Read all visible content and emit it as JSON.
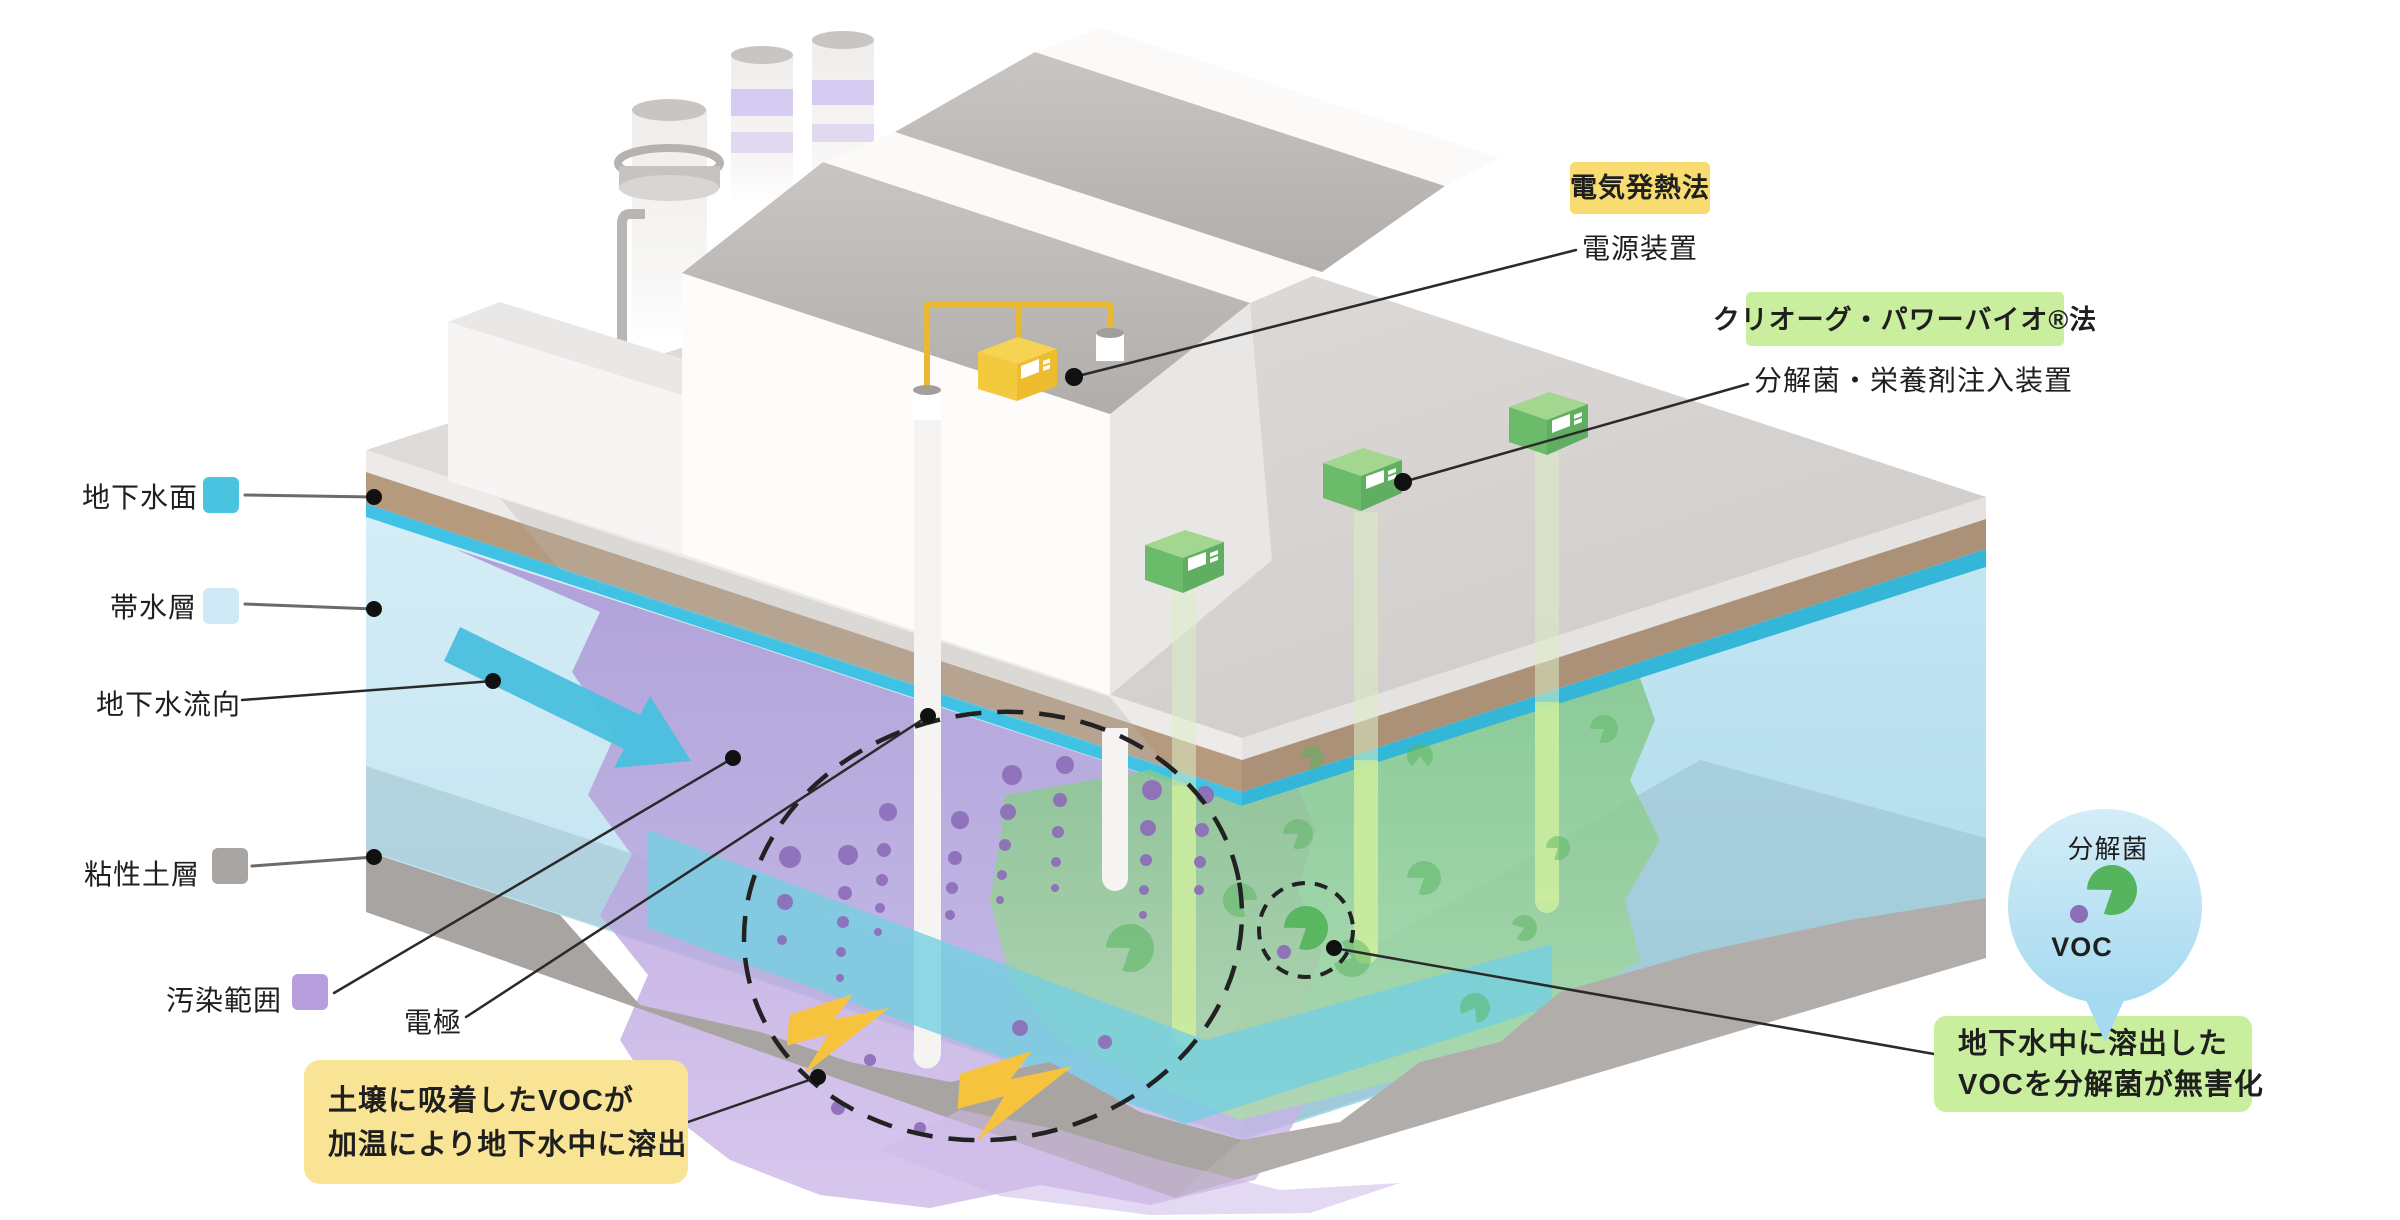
{
  "legend": {
    "items": [
      {
        "label": "地下水面",
        "color": "#49c3e0"
      },
      {
        "label": "帯水層",
        "color": "#cfeaf6"
      },
      {
        "label": "地下水流向",
        "color": null
      },
      {
        "label": "粘性土層",
        "color": "#a9a5a2"
      },
      {
        "label": "汚染範囲",
        "color": "#b79fdd"
      },
      {
        "label": "電極",
        "color": null
      }
    ]
  },
  "tags": {
    "electric_heating": {
      "label": "電気発熱法",
      "bg": "#f8dc72"
    },
    "power_unit_label": "電源装置",
    "bio_method": {
      "label": "クリオーグ・パワーバイオ®法",
      "bg": "#c9ee9d"
    },
    "injector_label": "分解菌・栄養剤注入装置"
  },
  "notes": {
    "heating": {
      "line1": "土壌に吸着したVOCが",
      "line2": "加温により地下水中に溶出",
      "bg": "#f8e494"
    },
    "bio": {
      "line1": "地下水中に溶出した",
      "line2": "VOCを分解菌が無害化",
      "bg": "#c9ee9d"
    }
  },
  "bubble": {
    "title": "分解菌",
    "voc_label": "VOC"
  },
  "scene": {
    "colors": {
      "voc_dot": "#8d6cb8",
      "bacterium": "#57b45e",
      "bolt": "#f6c33f",
      "injector_top": "#a3d68f",
      "injector_front": "#6cbb6b",
      "injector_side": "#5fae61",
      "groundwater_surface": "#3fc2e4",
      "aquifer": "#c7e7f3",
      "clay": "#a8a4a1",
      "plume": "#b39ddb",
      "bio_zone": "#8fcc8b"
    },
    "voc_bubbles": [
      [
        848,
        855,
        10
      ],
      [
        845,
        893,
        7
      ],
      [
        843,
        922,
        6
      ],
      [
        841,
        952,
        5
      ],
      [
        840,
        978,
        4
      ],
      [
        888,
        812,
        9
      ],
      [
        884,
        850,
        7
      ],
      [
        882,
        880,
        6
      ],
      [
        880,
        908,
        5
      ],
      [
        878,
        932,
        4
      ],
      [
        790,
        857,
        11
      ],
      [
        785,
        902,
        8
      ],
      [
        782,
        940,
        5
      ],
      [
        960,
        820,
        9
      ],
      [
        955,
        858,
        7
      ],
      [
        952,
        888,
        6
      ],
      [
        950,
        915,
        5
      ],
      [
        1012,
        775,
        10
      ],
      [
        1008,
        812,
        8
      ],
      [
        1005,
        845,
        6
      ],
      [
        1002,
        875,
        5
      ],
      [
        1000,
        900,
        4
      ],
      [
        1065,
        765,
        9
      ],
      [
        1060,
        800,
        7
      ],
      [
        1058,
        832,
        6
      ],
      [
        1056,
        862,
        5
      ],
      [
        1055,
        888,
        4
      ],
      [
        1152,
        790,
        10
      ],
      [
        1148,
        828,
        8
      ],
      [
        1146,
        860,
        6
      ],
      [
        1144,
        890,
        5
      ],
      [
        1143,
        915,
        4
      ],
      [
        1205,
        795,
        9
      ],
      [
        1202,
        830,
        7
      ],
      [
        1200,
        862,
        6
      ],
      [
        1199,
        890,
        5
      ],
      [
        820,
        1015,
        8
      ],
      [
        870,
        1060,
        6
      ],
      [
        1020,
        1028,
        8
      ],
      [
        975,
        1088,
        6
      ],
      [
        1105,
        1042,
        7
      ],
      [
        838,
        1108,
        7
      ],
      [
        920,
        1128,
        6
      ],
      [
        1284,
        952,
        7
      ]
    ],
    "bacteria": [
      [
        1130,
        948,
        24,
        145,
        0.55
      ],
      [
        1240,
        900,
        17,
        35,
        0.5
      ],
      [
        1298,
        834,
        15,
        145,
        0.5
      ],
      [
        1352,
        958,
        19,
        200,
        0.5
      ],
      [
        1424,
        878,
        17,
        145,
        0.5
      ],
      [
        1475,
        1008,
        15,
        120,
        0.5
      ],
      [
        1524,
        928,
        13,
        160,
        0.5
      ],
      [
        1558,
        848,
        12,
        145,
        0.5
      ],
      [
        1420,
        756,
        13,
        90,
        0.5
      ],
      [
        1312,
        758,
        12,
        145,
        0.5
      ],
      [
        1604,
        729,
        14,
        145,
        0.45
      ],
      [
        1306,
        928,
        22,
        145,
        0.95
      ]
    ],
    "bolts": [
      [
        791,
        990,
        1.55,
        4
      ],
      [
        962,
        1046,
        1.75,
        4
      ]
    ],
    "injectors": [
      [
        1145,
        545
      ],
      [
        1323,
        463
      ],
      [
        1509,
        407
      ]
    ],
    "injector_rods": [
      [
        1184,
        594,
        786,
        1045
      ],
      [
        1366,
        512,
        760,
        962
      ],
      [
        1547,
        452,
        702,
        911
      ]
    ],
    "bubble_pac": [
      2112,
      890,
      25,
      145
    ],
    "bubble_dot": [
      2079,
      914,
      9
    ]
  }
}
